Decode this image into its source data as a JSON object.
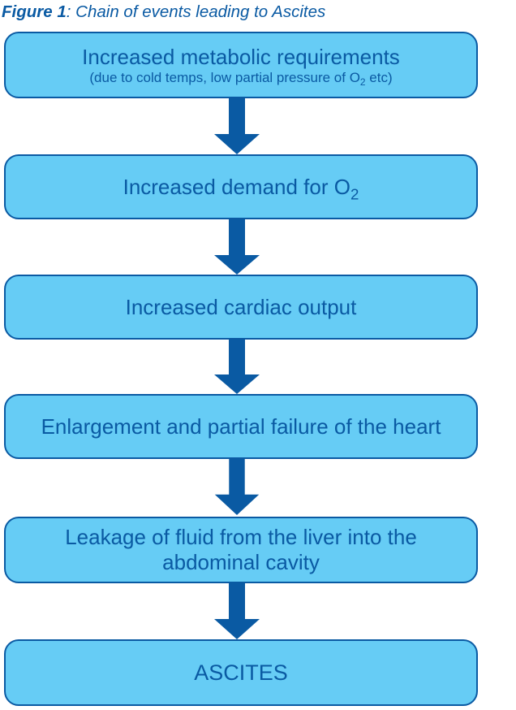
{
  "caption": {
    "label": "Figure 1",
    "text": "Chain of events leading to Ascites"
  },
  "steps": [
    {
      "main": "Increased metabolic requirements",
      "sub_before": "(due to cold temps, low partial pressure of O",
      "sub_subscript": "2",
      "sub_after": " etc)"
    },
    {
      "main_before": "Increased demand for O",
      "main_subscript": "2"
    },
    {
      "main": "Increased cardiac output"
    },
    {
      "main": "Enlargement and partial failure of the heart"
    },
    {
      "main_line1": "Leakage of fluid from the liver into the",
      "main_line2": "abdominal cavity"
    },
    {
      "main": "ASCITES"
    }
  ],
  "colors": {
    "box_fill": "#66ccf5",
    "box_border": "#0a5aa3",
    "text": "#0a5aa3",
    "arrow": "#0a5aa3"
  },
  "arrow_icon": "arrow-down-icon"
}
